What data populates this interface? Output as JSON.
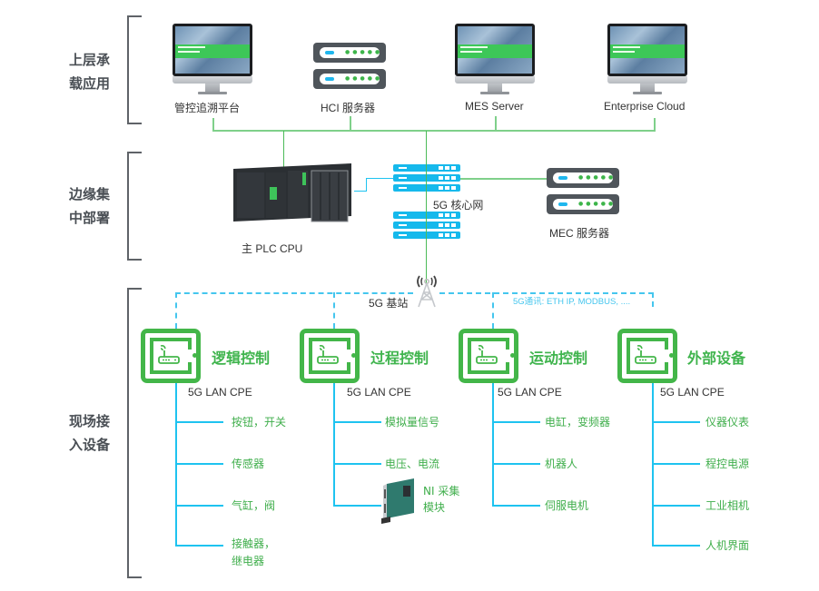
{
  "tiers": [
    {
      "id": "upper",
      "label": "上层承\n载应用"
    },
    {
      "id": "edge",
      "label": "边缘集\n中部署"
    },
    {
      "id": "field",
      "label": "现场接\n入设备"
    }
  ],
  "upper_nodes": [
    {
      "label": "管控追溯平台",
      "icon": "monitor-icon"
    },
    {
      "label": "HCI 服务器",
      "icon": "server-icon"
    },
    {
      "label": "MES Server",
      "icon": "monitor-icon"
    },
    {
      "label": "Enterprise Cloud",
      "icon": "monitor-icon"
    }
  ],
  "edge_nodes": {
    "plc": {
      "label": "主 PLC CPU",
      "icon": "plc-icon"
    },
    "core": {
      "label": "5G 核心网",
      "icon": "network-rack-icon"
    },
    "mec": {
      "label": "MEC 服务器",
      "icon": "server-icon"
    }
  },
  "base_station": {
    "label": "5G 基站",
    "icon": "antenna-tower-icon"
  },
  "protocol_note": "5G通讯: ETH IP, MODBUS, ....",
  "categories": [
    {
      "title": "逻辑控制",
      "cpe": "5G LAN CPE",
      "items": [
        "按钮，开关",
        "传感器",
        "气缸，阀",
        "接触器，\n继电器"
      ]
    },
    {
      "title": "过程控制",
      "cpe": "5G LAN CPE",
      "items": [
        "模拟量信号",
        "电压、电流",
        "NI 采集\n模块"
      ]
    },
    {
      "title": "运动控制",
      "cpe": "5G LAN CPE",
      "items": [
        "电缸，变频器",
        "机器人",
        "伺服电机"
      ]
    },
    {
      "title": "外部设备",
      "cpe": "5G LAN CPE",
      "items": [
        "仪器仪表",
        "程控电源",
        "工业相机",
        "人机界面"
      ]
    }
  ],
  "colors": {
    "green": "#43b649",
    "light_green": "#7fd08a",
    "blue": "#1ec3f0",
    "dark_gray": "#4f555b",
    "text_green": "#3fae4b"
  }
}
